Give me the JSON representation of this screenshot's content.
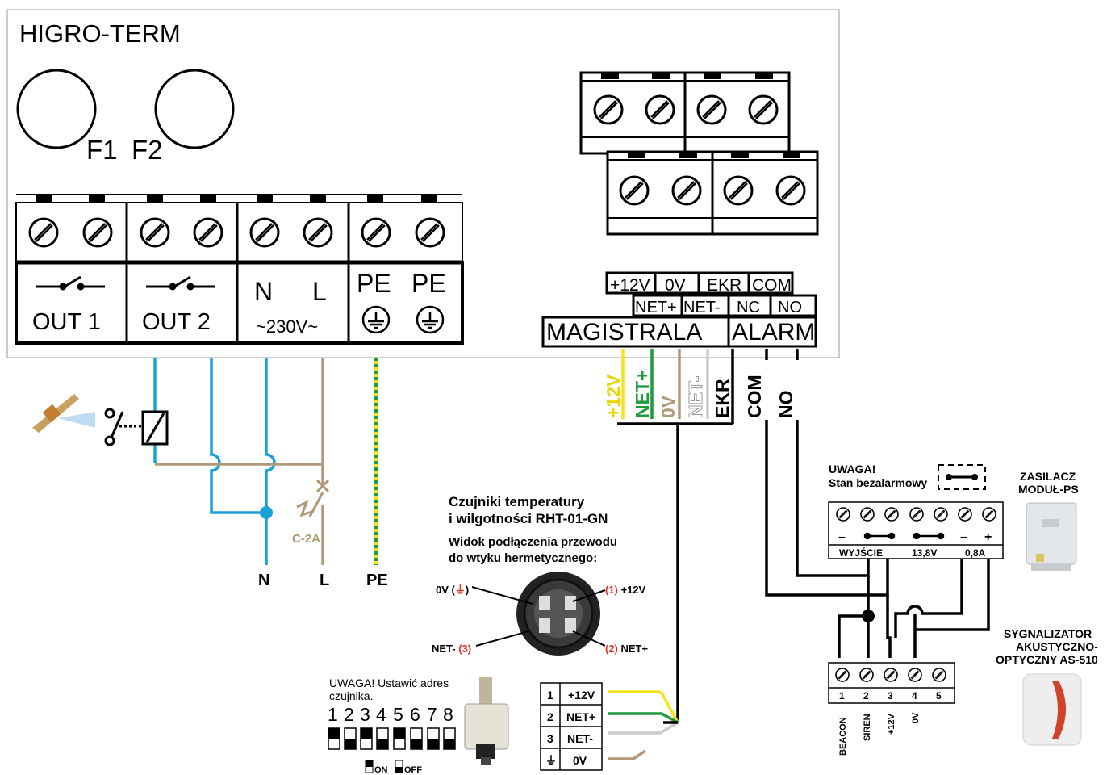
{
  "device": {
    "title": "HIGRO-TERM",
    "fuses": [
      "F1",
      "F2"
    ],
    "terminals": {
      "out1": "OUT 1",
      "out2": "OUT 2",
      "n": "N",
      "l": "L",
      "voltage": "~230V~",
      "pe1": "PE",
      "pe2": "PE"
    },
    "bus_row1": [
      "+12V",
      "0V",
      "EKR",
      "COM"
    ],
    "bus_row2": [
      "NET+",
      "NET-",
      "NC",
      "NO"
    ],
    "magistrala": "MAGISTRALA",
    "alarm": "ALARM"
  },
  "wire_labels": {
    "plus12v": "+12V",
    "net_plus": "NET+",
    "zero_v": "0V",
    "net_minus": "NET-",
    "ekr": "EKR",
    "com": "COM",
    "no": "NO"
  },
  "mains": {
    "fuse_label": "C-2A",
    "n": "N",
    "l": "L",
    "pe": "PE"
  },
  "sensor": {
    "title_line1": "Czujniki temperatury",
    "title_line2": "i wilgotności RHT-01-GN",
    "subtitle_line1": "Widok podłączenia przewodu",
    "subtitle_line2": "do wtyku hermetycznego:",
    "pin_0v_text": "0V (",
    "pin_0v_ground": "⏚",
    "pin_0v_close": ")",
    "pin1_num": "(1)",
    "pin1_text": " +12V",
    "pin2_num": "(2)",
    "pin2_text": " NET+",
    "pin3_text": "NET- ",
    "pin3_num": "(3)"
  },
  "address": {
    "note_line1": "UWAGA! Ustawić adres",
    "note_line2": "czujnika.",
    "digits": [
      "1",
      "2",
      "3",
      "4",
      "5",
      "6",
      "7",
      "8"
    ],
    "on_label": "ON",
    "off_label": "OFF"
  },
  "connector_table": [
    {
      "num": "1",
      "label": "+12V"
    },
    {
      "num": "2",
      "label": "NET+"
    },
    {
      "num": "3",
      "label": "NET-"
    },
    {
      "num": "⏚",
      "label": "0V"
    }
  ],
  "psu": {
    "warning_line1": "UWAGA!",
    "warning_line2": "Stan bezalarmowy",
    "minus1": "–",
    "minus2": "–",
    "plus": "+",
    "label_output": "WYJŚCIE",
    "label_voltage": "13,8V",
    "label_current": "0,8A",
    "name_line1": "ZASILACZ",
    "name_line2": "MODUŁ-PS"
  },
  "siren": {
    "terminal_numbers": [
      "1",
      "2",
      "3",
      "4",
      "5"
    ],
    "terminal_labels": [
      "BEACON",
      "SIREN",
      "+12V",
      "0V"
    ],
    "name_line1": "SYGNALIZATOR",
    "name_line2": "AKUSTYCZNO-",
    "name_line3": "OPTYCZNY AS-510"
  },
  "colors": {
    "blue_wire": "#1aa0d8",
    "brown_wire": "#b09878",
    "yellow_wire": "#f5e21a",
    "green_wire": "#1f9a3c",
    "red_pin": "#e0301e"
  }
}
